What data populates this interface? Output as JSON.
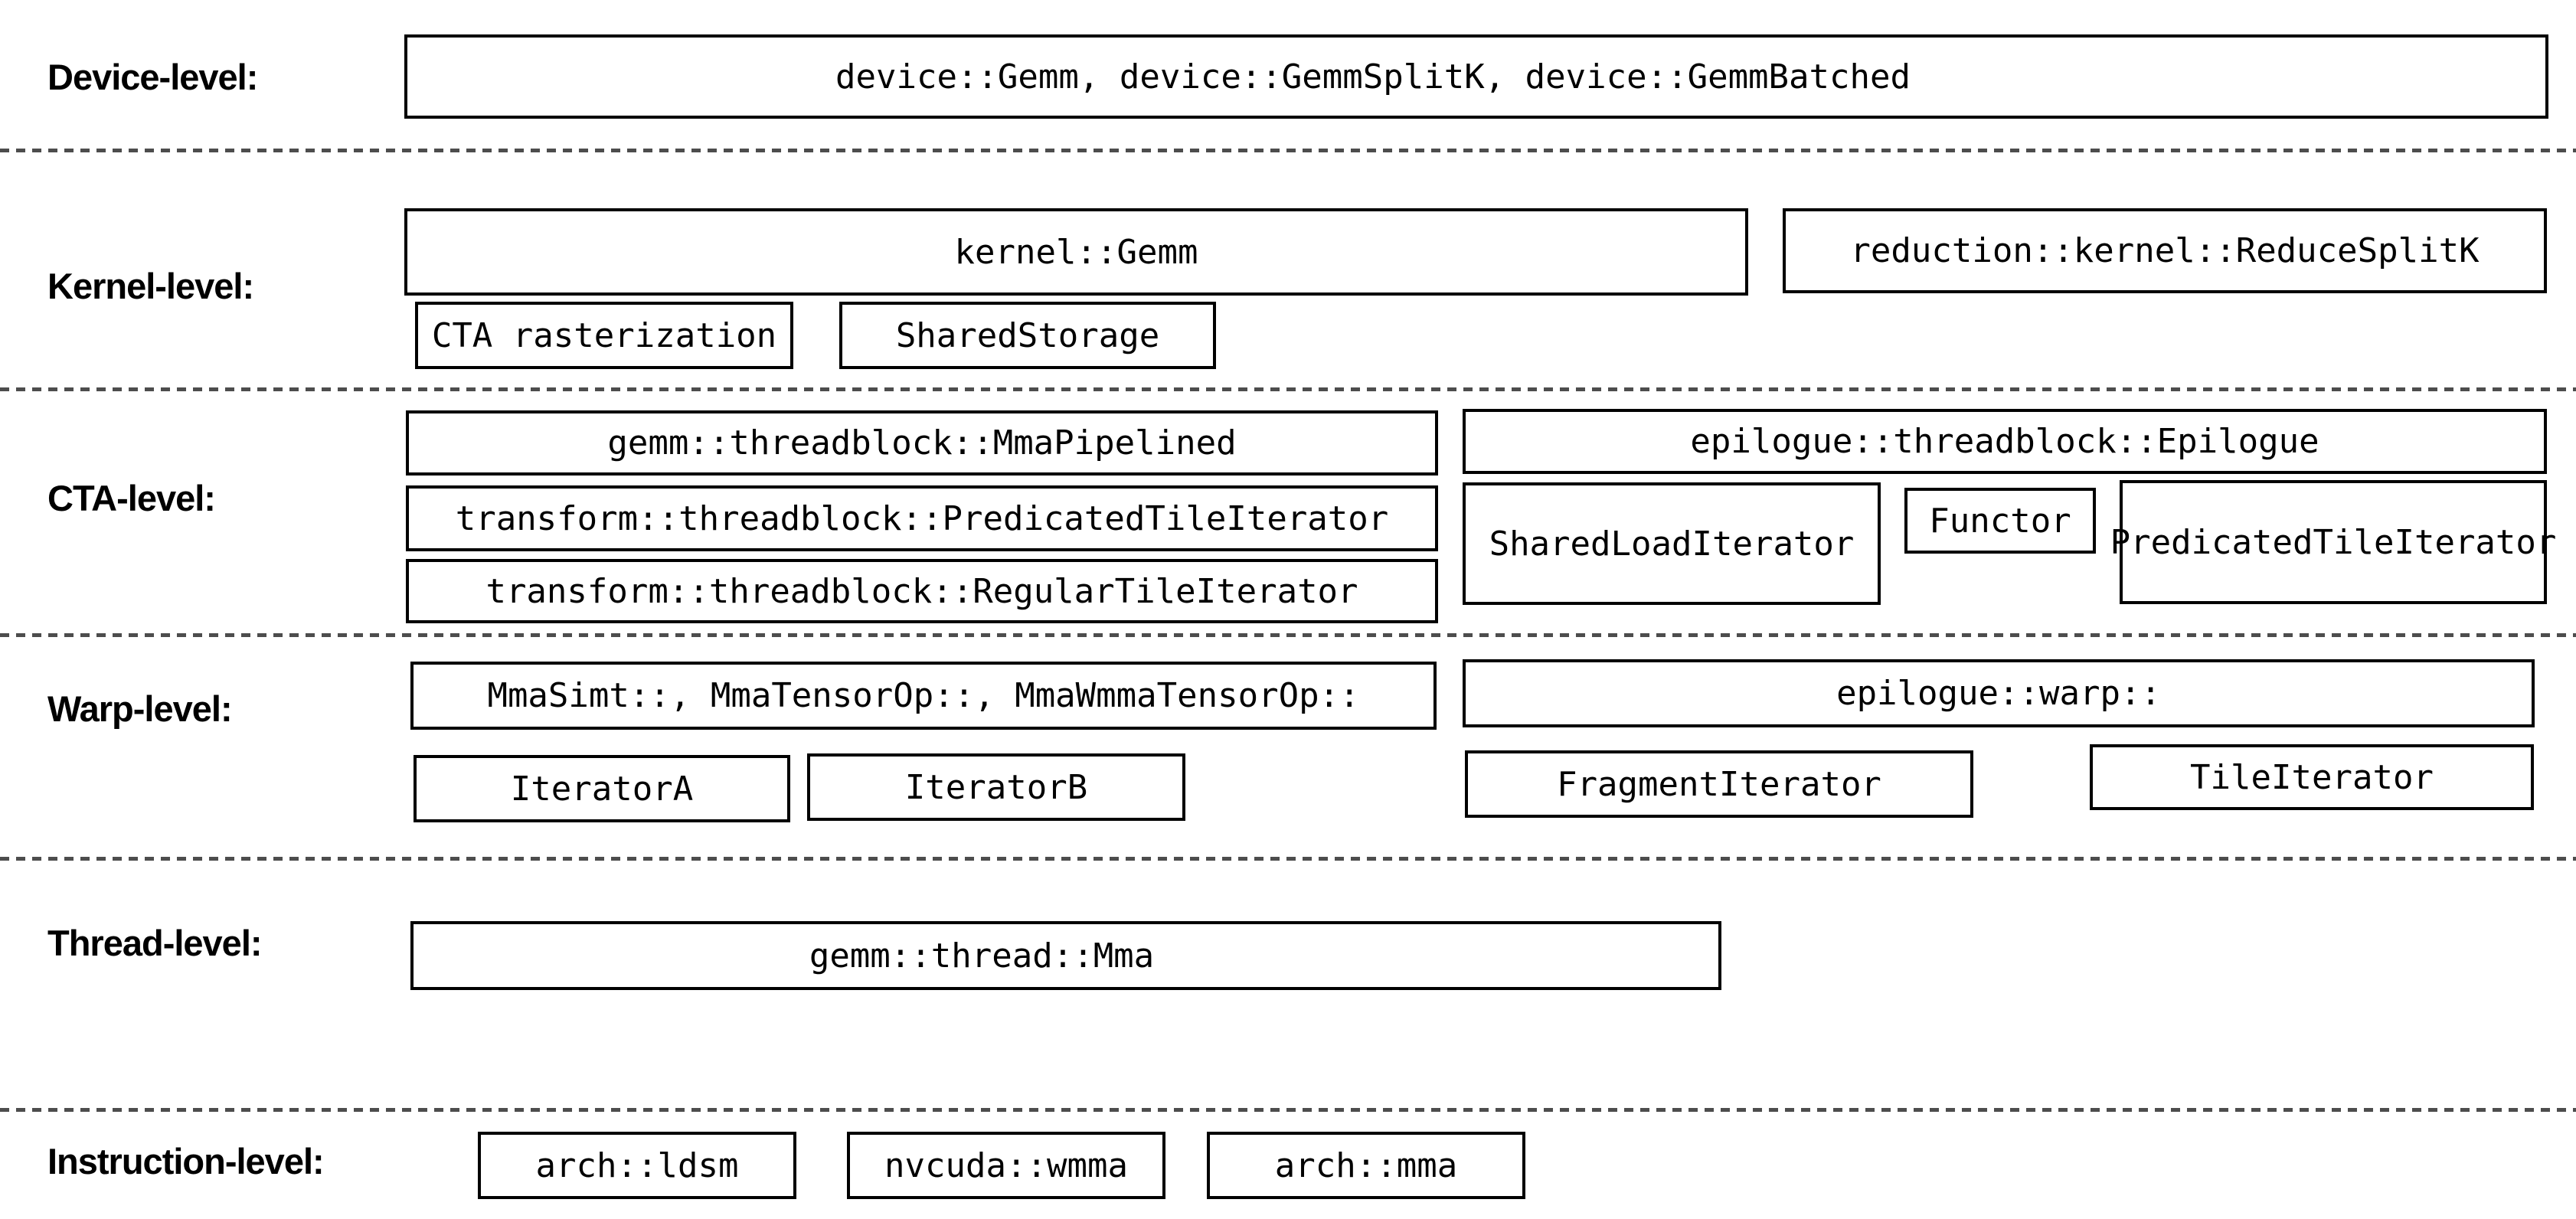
{
  "rows": [
    {
      "label": "Device-level:",
      "boxes": [
        {
          "name": "device-gemm",
          "text": "device::Gemm, device::GemmSplitK, device::GemmBatched"
        }
      ]
    },
    {
      "label": "Kernel-level:",
      "boxes": [
        {
          "name": "kernel-gemm",
          "text": "kernel::Gemm"
        },
        {
          "name": "reduction-kernel-reduce-splitk",
          "text": "reduction::kernel::ReduceSplitK"
        },
        {
          "name": "cta-rasterization",
          "text": "CTA rasterization"
        },
        {
          "name": "shared-storage",
          "text": "SharedStorage"
        }
      ]
    },
    {
      "label": "CTA-level:",
      "boxes": [
        {
          "name": "gemm-threadblock-mma-pipelined",
          "text": "gemm::threadblock::MmaPipelined"
        },
        {
          "name": "epilogue-threadblock-epilogue",
          "text": "epilogue::threadblock::Epilogue"
        },
        {
          "name": "transform-threadblock-predicated-tile-iterator",
          "text": "transform::threadblock::PredicatedTileIterator"
        },
        {
          "name": "shared-load-iterator",
          "text": "SharedLoadIterator"
        },
        {
          "name": "functor",
          "text": "Functor"
        },
        {
          "name": "predicated-tile-iterator",
          "text": "PredicatedTileIterator"
        },
        {
          "name": "transform-threadblock-regular-tile-iterator",
          "text": "transform::threadblock::RegularTileIterator"
        }
      ]
    },
    {
      "label": "Warp-level:",
      "boxes": [
        {
          "name": "warp-mma-variants",
          "text": "MmaSimt::, MmaTensorOp::, MmaWmmaTensorOp::"
        },
        {
          "name": "epilogue-warp",
          "text": "epilogue::warp::"
        },
        {
          "name": "iterator-a",
          "text": "IteratorA"
        },
        {
          "name": "iterator-b",
          "text": "IteratorB"
        },
        {
          "name": "fragment-iterator",
          "text": "FragmentIterator"
        },
        {
          "name": "tile-iterator",
          "text": "TileIterator"
        }
      ]
    },
    {
      "label": "Thread-level:",
      "boxes": [
        {
          "name": "gemm-thread-mma",
          "text": "gemm::thread::Mma"
        }
      ]
    },
    {
      "label": "Instruction-level:",
      "boxes": [
        {
          "name": "arch-ldsm",
          "text": "arch::ldsm"
        },
        {
          "name": "nvcuda-wmma",
          "text": "nvcuda::wmma"
        },
        {
          "name": "arch-mma",
          "text": "arch::mma"
        }
      ]
    }
  ],
  "colors": {
    "background": "#ffffff",
    "box_background": "#ffffff",
    "box_border": "#000000",
    "text": "#000000",
    "separator": "#4d4d4d"
  }
}
